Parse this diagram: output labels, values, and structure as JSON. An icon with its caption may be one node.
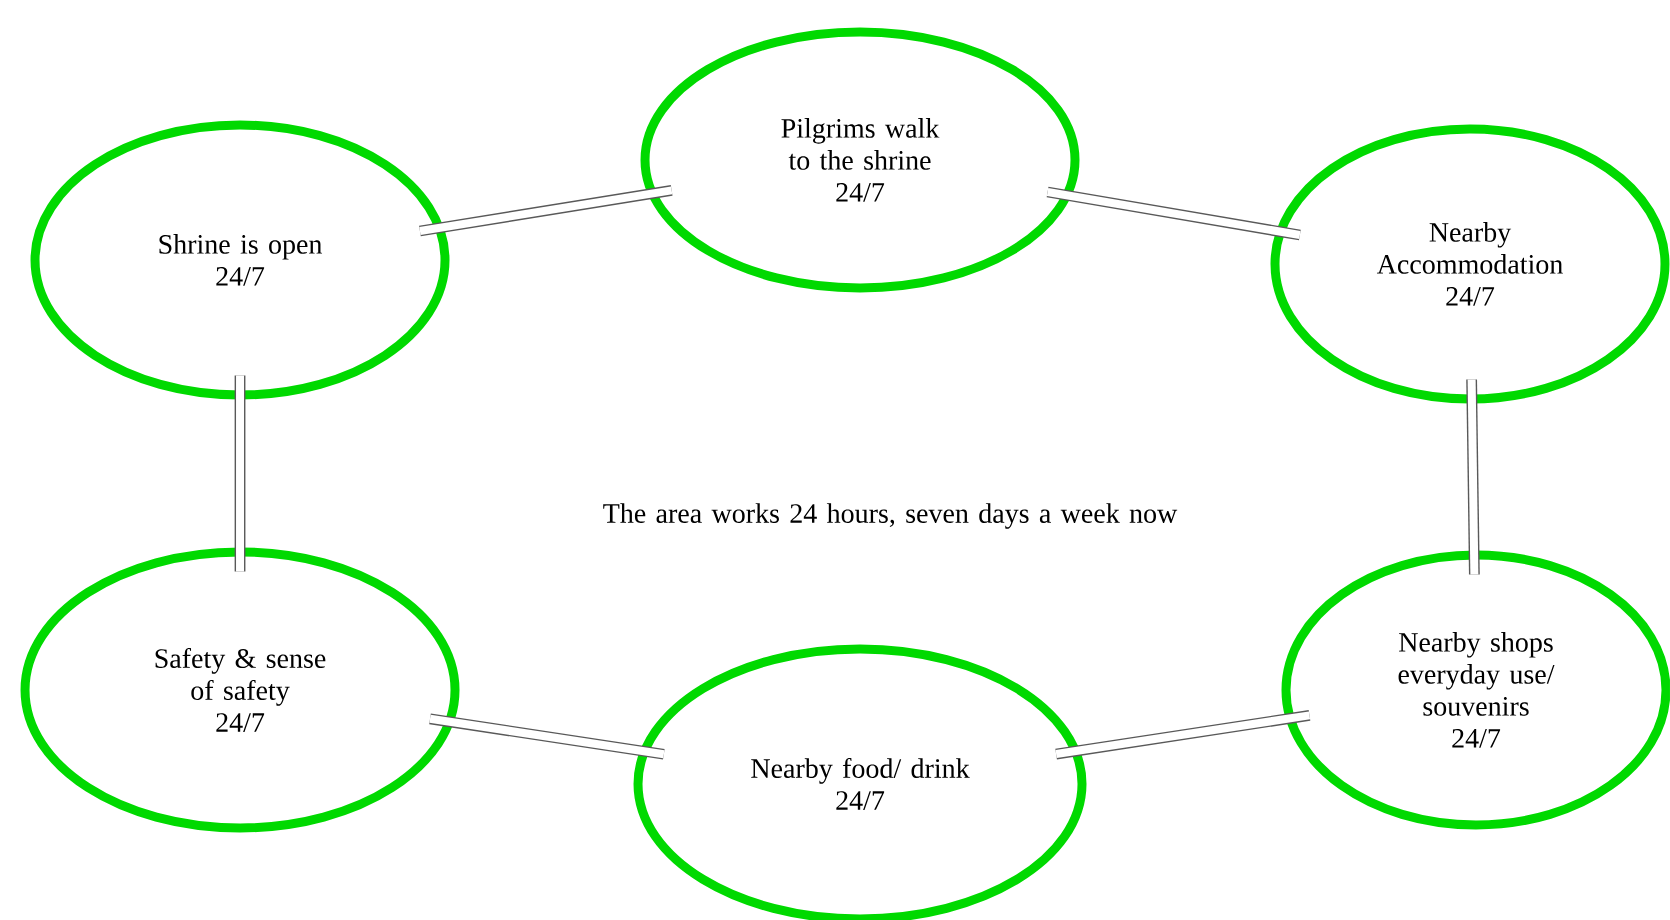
{
  "diagram": {
    "nodes": [
      {
        "text": [
          "Shrine is open",
          "24/7"
        ]
      },
      {
        "text": [
          "Pilgrims walk to the shrine",
          "24/7"
        ]
      },
      {
        "text": [
          "Nearby Accommodation",
          "24/7"
        ]
      },
      {
        "text": [
          "Safety & sense of safety",
          "24/7"
        ]
      },
      {
        "text": [
          "Nearby food/ drink",
          "24/7"
        ]
      },
      {
        "text": [
          "Nearby shops everyday use/ souvenirs",
          "24/7"
        ]
      }
    ],
    "edges": [
      {
        "from": 0,
        "to": 1,
        "arrow": "none"
      },
      {
        "from": 1,
        "to": 2,
        "arrow": "none"
      },
      {
        "from": 2,
        "to": 5,
        "arrow": "none"
      },
      {
        "from": 5,
        "to": 4,
        "arrow": "none"
      },
      {
        "from": 4,
        "to": 3,
        "arrow": "none"
      },
      {
        "from": 3,
        "to": 0,
        "arrow": "none"
      }
    ],
    "labels": [
      "The area works 24 hours, seven days a week now"
    ]
  }
}
